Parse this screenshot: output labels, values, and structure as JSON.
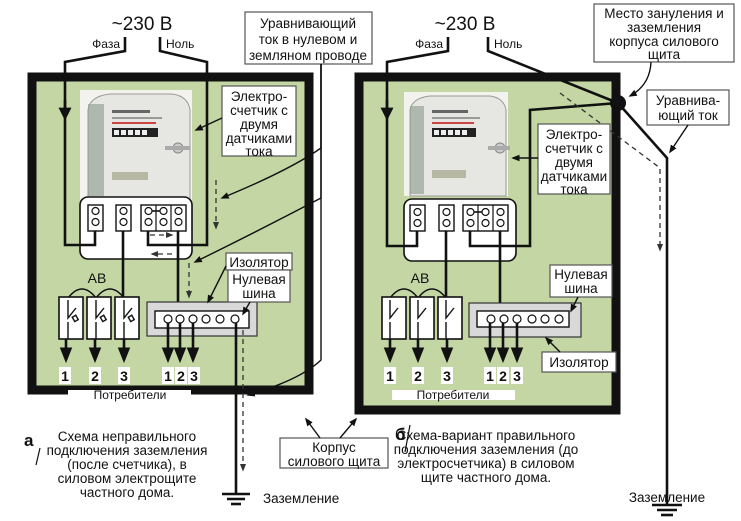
{
  "colors": {
    "panel_fill": "#c3d6a4",
    "panel_border": "#111111",
    "wire": "#111111",
    "label_bg": "#ffffff",
    "insulator_fill": "#d9d9d9",
    "background": "#ffffff"
  },
  "voltage_label": "~230 В",
  "phase_label": "Фаза",
  "neutral_label": "Ноль",
  "left": {
    "letter": "а",
    "meter_label": "Электро-\nсчетчик с\nдвумя\nдатчиками\nтока",
    "meter_lines": [
      "Электро-",
      "счетчик с",
      "двумя",
      "датчиками",
      "тока"
    ],
    "breaker_label": "АВ",
    "insulator_label": "Изолятор",
    "neutral_bus_label_lines": [
      "Нулевая",
      "шина"
    ],
    "consumers_label": "Потребители",
    "breaker_outputs": [
      "1",
      "2",
      "3"
    ],
    "bus_outputs": [
      "1",
      "2",
      "3"
    ],
    "caption_lines": [
      "Схема неправильного",
      "подключения заземления",
      "(после счетчика), в",
      "силовом электрощите",
      "частного дома."
    ],
    "ground_label": "Заземление"
  },
  "right": {
    "letter": "б",
    "meter_lines": [
      "Электро-",
      "счетчик с",
      "двумя",
      "датчиками",
      "тока"
    ],
    "breaker_label": "АВ",
    "insulator_label": "Изолятор",
    "neutral_bus_label_lines": [
      "Нулевая",
      "шина"
    ],
    "consumers_label": "Потребители",
    "breaker_outputs": [
      "1",
      "2",
      "3"
    ],
    "bus_outputs": [
      "1",
      "2",
      "3"
    ],
    "caption_lines": [
      "Схема-вариант правильного",
      "подключения заземления (до",
      "электросчетчика) в силовом",
      "щите частного дома."
    ],
    "ground_label": "Заземление"
  },
  "callouts": {
    "equalizing_current_neutral_ground": [
      "Уравнивающий",
      "ток в нулевом и",
      "земляном проводе"
    ],
    "grounding_point": [
      "Место зануления и",
      "заземления",
      "корпуса силового",
      "щита"
    ],
    "equalizing_current": [
      "Уравнива-",
      "ющий ток"
    ],
    "panel_housing": [
      "Корпус",
      "силового щита"
    ]
  }
}
